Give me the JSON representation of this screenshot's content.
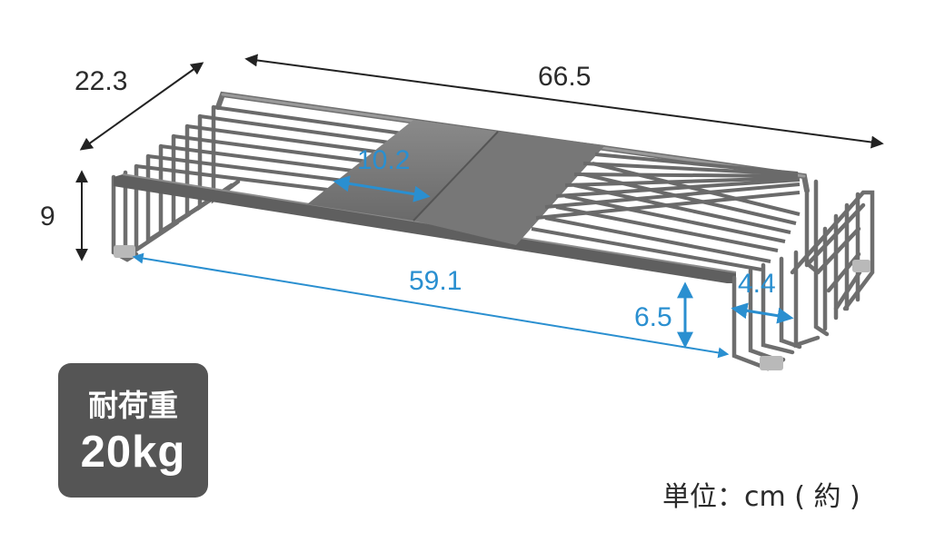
{
  "dimensions": {
    "depth": "22.3",
    "width": "66.5",
    "height": "9",
    "slide_width": "10.2",
    "inner_width": "59.1",
    "leg_height": "6.5",
    "leg_width": "4.4"
  },
  "load_badge": {
    "label": "耐荷重",
    "value": "20kg"
  },
  "unit_note": "単位：cm ( 約 )",
  "colors": {
    "dimension_text": "#2b2b2b",
    "highlight_blue": "#2a8fd0",
    "rack_frame": "#6b6b6b",
    "rack_shelf": "#7a7a7a",
    "badge_background": "#555555"
  }
}
